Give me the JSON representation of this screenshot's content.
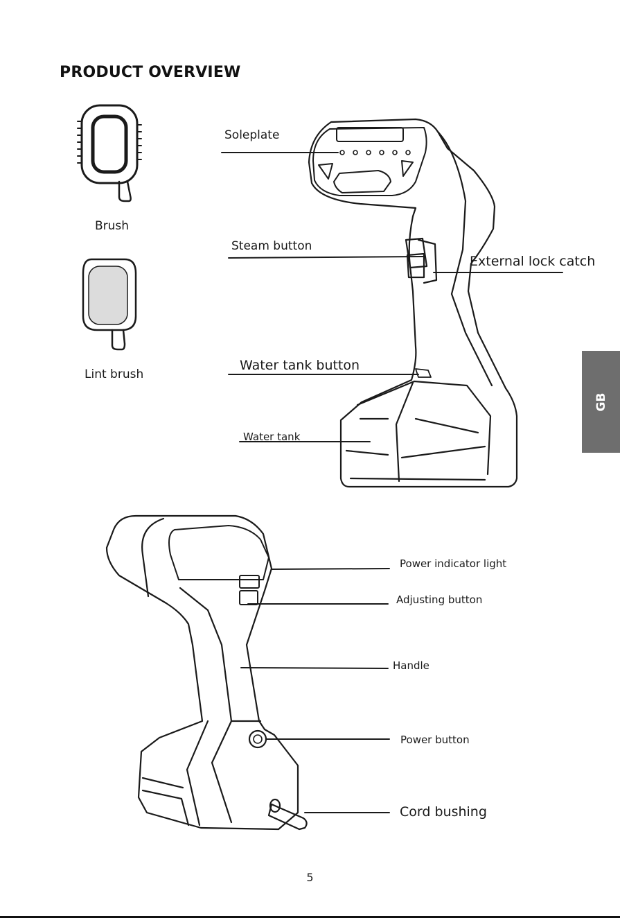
{
  "page": {
    "title": "PRODUCT OVERVIEW",
    "side_tab": "GB",
    "page_number": "5"
  },
  "accessories": {
    "brush": "Brush",
    "lint_brush": "Lint brush"
  },
  "top_diagram": {
    "soleplate": "Soleplate",
    "steam_button": "Steam button",
    "external_lock_catch": "External lock catch",
    "water_tank_button": "Water tank button",
    "water_tank": "Water tank"
  },
  "bottom_diagram": {
    "power_indicator_light": "Power indicator light",
    "adjusting_button": "Adjusting button",
    "handle": "Handle",
    "power_button": "Power button",
    "cord_bushing": "Cord bushing"
  }
}
